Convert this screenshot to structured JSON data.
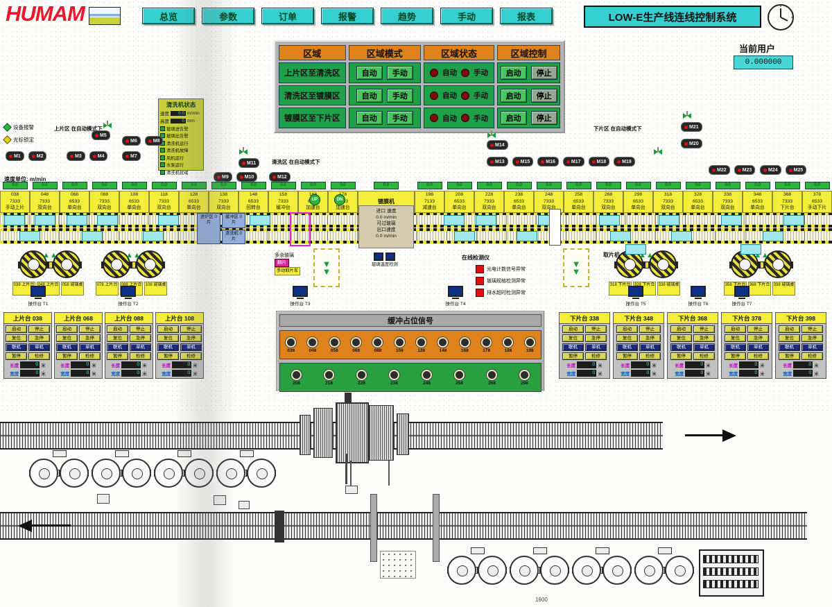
{
  "header": {
    "logo": "HUMAM",
    "nav": [
      "总览",
      "参数",
      "订单",
      "报警",
      "趋势",
      "手动",
      "报表"
    ],
    "title": "LOW-E生产线连线控制系统",
    "user_label": "当前用户",
    "user_value": "0.000000"
  },
  "zones": {
    "headers": [
      "区域",
      "区域模式",
      "区域状态",
      "区域控制"
    ],
    "rows": [
      "上片区至清洗区",
      "清洗区至镀膜区",
      "镀膜区至下片区"
    ],
    "auto": "自动",
    "manual": "手动",
    "start": "启动",
    "stop": "停止"
  },
  "legend": {
    "device_alarm": "设备报警",
    "cursor_lock": "光标锁定",
    "zone_note_left": "上片区 在自动模式下",
    "zone_note_mid": "清洗区 在自动模式下",
    "zone_note_right": "下片区 在自动模式下",
    "speed_note": "速度单位: m/min"
  },
  "washer": {
    "title": "清洗机状态",
    "speed_label": "速度",
    "speed_value": "0.0",
    "speed_unit": "m/min",
    "height_label": "高度",
    "height_value": "0",
    "height_unit": "mm",
    "rows": [
      "玻璃进告警",
      "玻璃出告警",
      "清洗机运行",
      "清洗机故障",
      "风机运行",
      "水泵运行",
      "清洗机就绪"
    ]
  },
  "motors": {
    "g1": [
      "M1",
      "M2"
    ],
    "g2": [
      "M3",
      "M4"
    ],
    "g3": [
      "M5"
    ],
    "g4": [
      "M6",
      "M8"
    ],
    "g5": [
      "M7"
    ],
    "g6": [
      "M9",
      "M10"
    ],
    "g7": [
      "M11"
    ],
    "g8": [
      "M12"
    ],
    "g9": [
      "M14"
    ],
    "g10": [
      "M13",
      "M15",
      "M16",
      "M17",
      "M18",
      "M19"
    ],
    "g11": [
      "M21"
    ],
    "g12": [
      "M20"
    ],
    "g13": [
      "M22",
      "M23"
    ],
    "g14": [
      "M24",
      "M25"
    ]
  },
  "conveyor": {
    "seg_speed": "0.0",
    "coater_label": "镀膜机",
    "left": [
      {
        "id": "038",
        "code": "7333",
        "name": "手动上片"
      },
      {
        "id": "048",
        "code": "7333",
        "name": "双向台"
      },
      {
        "id": "068",
        "code": "6533",
        "name": "单向台"
      },
      {
        "id": "088",
        "code": "7333",
        "name": "双向台"
      },
      {
        "id": "108",
        "code": "6533",
        "name": "单向台"
      },
      {
        "id": "118",
        "code": "7333",
        "name": "双向台"
      },
      {
        "id": "128",
        "code": "6533",
        "name": "单向台"
      },
      {
        "id": "138",
        "code": "7333",
        "name": "双向台"
      },
      {
        "id": "148",
        "code": "6533",
        "name": "回转台"
      },
      {
        "id": "158",
        "code": "7333",
        "name": "缓冲台"
      },
      {
        "id": "168",
        "code": "6533",
        "name": "加速台"
      },
      {
        "id": "178",
        "code": "6533",
        "name": "加速台"
      }
    ],
    "right": [
      {
        "id": "198",
        "code": "7133",
        "name": "减速台"
      },
      {
        "id": "208",
        "code": "6533",
        "name": "单向台"
      },
      {
        "id": "228",
        "code": "7333",
        "name": "双向台"
      },
      {
        "id": "238",
        "code": "6533",
        "name": "单向台"
      },
      {
        "id": "248",
        "code": "7333",
        "name": "双向台"
      },
      {
        "id": "258",
        "code": "6533",
        "name": "单向台"
      },
      {
        "id": "268",
        "code": "7333",
        "name": "双向台"
      },
      {
        "id": "298",
        "code": "6533",
        "name": "单向台"
      },
      {
        "id": "318",
        "code": "7333",
        "name": "双向台"
      },
      {
        "id": "328",
        "code": "6533",
        "name": "单向台"
      },
      {
        "id": "338",
        "code": "7333",
        "name": "双向台"
      },
      {
        "id": "348",
        "code": "6533",
        "name": "单向台"
      },
      {
        "id": "368",
        "code": "7333",
        "name": "下片台"
      },
      {
        "id": "378",
        "code": "6533",
        "name": "手动下片"
      }
    ],
    "special_zones": [
      "进炉区 0 片",
      "缓冲区 0 片",
      "清洗机 0 片"
    ],
    "up": "UP",
    "dn": "DN"
  },
  "coater": {
    "inlet_label": "进口 速度",
    "inlet_value": "0.0 m/min",
    "mid_label": "可过玻璃",
    "outlet_label": "出口速度",
    "outlet_value": "0.0 m/min"
  },
  "below_line": {
    "extra_glass": "多余玻璃",
    "flip": "翻片",
    "pick_car": "手动取片车",
    "temp_check": "玻璃温度检测",
    "picker": "取片机",
    "detector_title": "在线检测仪",
    "detectors": [
      "光电计数信号异常",
      "玻璃规格检测异常",
      "排水超时检测异常"
    ],
    "cluster1": [
      "038 上片台",
      "048 上片合",
      "058 玻璃桌"
    ],
    "cluster2": [
      "078 上片台",
      "088 上片合",
      "108 玻璃桌"
    ],
    "cluster3": [
      "318 下片台",
      "328 下片合",
      "338 玻璃桌"
    ],
    "cluster4": [
      "358 下片台",
      "368 下片合",
      "398 玻璃桌"
    ],
    "consoles": [
      "操作台 T1",
      "操作台 T2",
      "操作台 T3",
      "操作台 T4",
      "操作台 T5",
      "操作台 T6",
      "操作台 T7"
    ]
  },
  "stations": {
    "left": [
      "上片台 038",
      "上片台 068",
      "上片台 088",
      "上片台 108"
    ],
    "right": [
      "下片台 338",
      "下片台 348",
      "下片台 368",
      "下片台 378",
      "下片台 398"
    ],
    "btn_r1": [
      "启动",
      "停止"
    ],
    "btn_r2": [
      "复位",
      "急停"
    ],
    "btn_r3": [
      "联机",
      "单机"
    ],
    "btn_r4": [
      "暂停",
      "检修"
    ],
    "len_label": "长度",
    "len_value": "0",
    "len_unit": "米",
    "wid_label": "宽度",
    "wid_value": "0",
    "wid_unit": "米"
  },
  "buffer": {
    "title": "缓冲占位信号",
    "row1": [
      "038",
      "048",
      "058",
      "068",
      "088",
      "108",
      "128",
      "148",
      "168",
      "178",
      "188",
      "198"
    ],
    "row2": [
      "208",
      "218",
      "228",
      "238",
      "248",
      "258",
      "268",
      "298"
    ]
  },
  "cad": {
    "dim": "1600"
  },
  "colors": {
    "teal": "#35cfcf",
    "orange": "#e0821c",
    "green": "#1fa04a",
    "yellow": "#f4ee3a",
    "red": "#e01010",
    "navy": "#1a2a7a",
    "magenta": "#e020a0"
  }
}
